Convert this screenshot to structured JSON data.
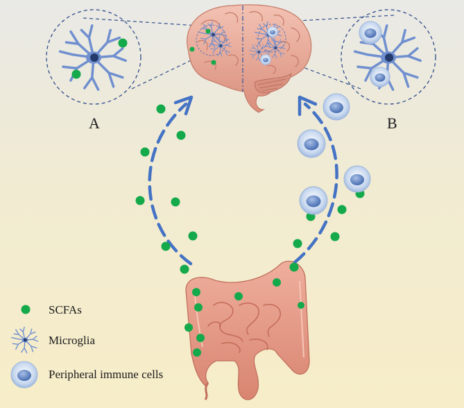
{
  "panels": {
    "left_label": "A",
    "right_label": "B"
  },
  "legend": {
    "scfa": "SCFAs",
    "microglia": "Microglia",
    "immune": "Peripheral immune cells"
  },
  "colors": {
    "scfa_green": "#14a94a",
    "arrow_blue": "#4472c4",
    "microglia_blue": "#6f8fcf",
    "immune_fill": "#c9d9ef",
    "immune_nucleus": "#5b7fbf",
    "brain_pink": "#e9ad9c",
    "gut_pink": "#e89b8a"
  },
  "icons": [
    "scfa-dot-icon",
    "microglia-icon",
    "immune-cell-icon",
    "brain-icon",
    "gut-icon",
    "arrow-icon"
  ]
}
